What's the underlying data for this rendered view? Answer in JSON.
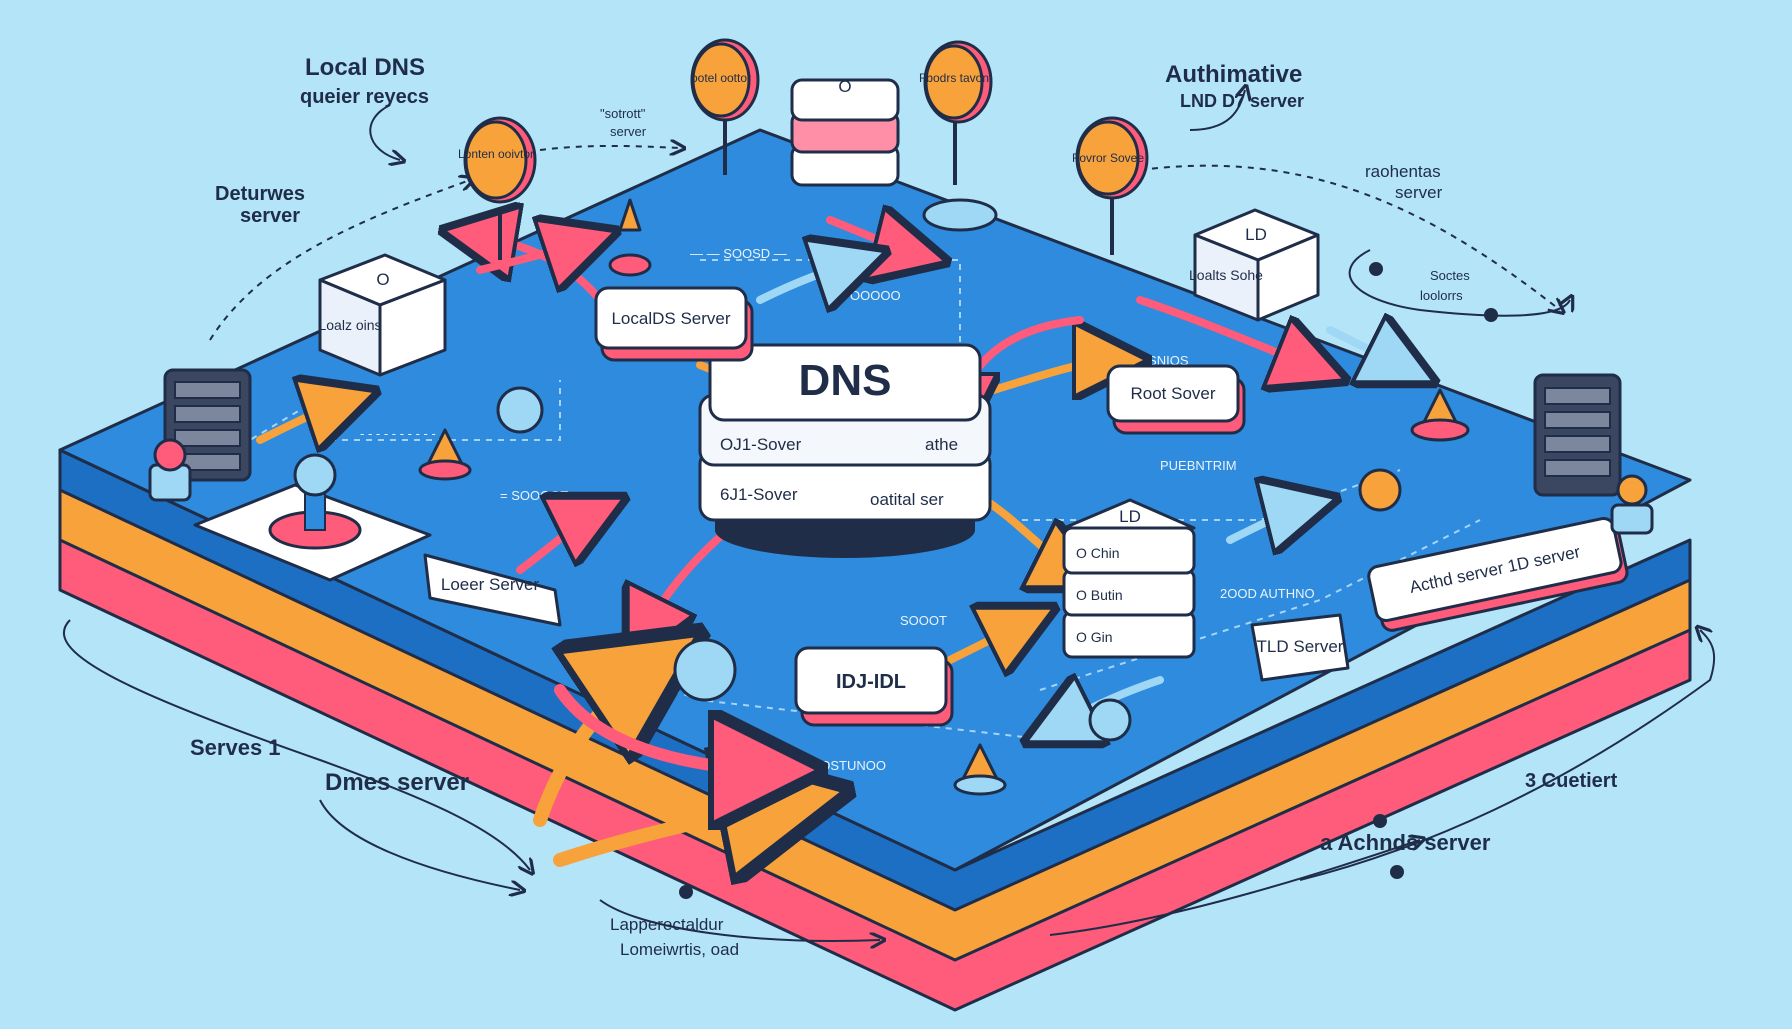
{
  "labels": {
    "local_dns_line1": "Local DNS",
    "local_dns_line2": "queier reyecs",
    "authoritative_line1": "Authimative",
    "authoritative_line2": "LND D7 server",
    "deturwes_line1": "Deturwes",
    "deturwes_line2": "server",
    "raohentas_line1": "raohentas",
    "raohentas_line2": "server",
    "serves": "Serves 1",
    "dmes": "Dmes server",
    "achnds": "a Achnds server",
    "cuetiert": "3 Cuetiert",
    "bottom_note_line1": "Lapperectaldur",
    "bottom_note_line2": "Lomeiwrtis, oad",
    "dashed_note_line1": "\"sotrott\"",
    "dashed_note_line2": "server",
    "soctes_line1": "Soctes",
    "soctes_line2": "loolorrs"
  },
  "boxes": {
    "dns_center": "DNS",
    "center_tag_top": "OJ1-Sover",
    "center_tag_bottom": "6J1-Sover",
    "center_side_top": "athe",
    "center_side_bottom": "oatital ser",
    "local_dns_server": "LocalDS Server",
    "root_server": "Root Sover",
    "tld_server": "TLD Server",
    "idl_box": "IDJ-IDL",
    "lower_server": "Loeer Server",
    "authd_server": "Acthd server 1D server",
    "cube_left_top": "O",
    "cube_left_front": "Loalz oins",
    "cube_right_top": "LD",
    "cube_right_front": "Loalts Sohe",
    "stack_top_db": "O",
    "stack_right": "LD",
    "stack_right_rows": [
      "O Chin",
      "O Butin",
      "O Gin"
    ]
  },
  "pins": {
    "pin_left": "Lonten ooivtor",
    "pin_top_left": "ootel oottor",
    "pin_top_right": "Fbodrs tavon",
    "pin_right": "Fovror Sovee"
  },
  "colors": {
    "board_blue": "#2e8bdd",
    "orange": "#f7a23b",
    "pink": "#ff5b7a",
    "navy": "#1f2d48",
    "background": "#b4e4f8"
  }
}
